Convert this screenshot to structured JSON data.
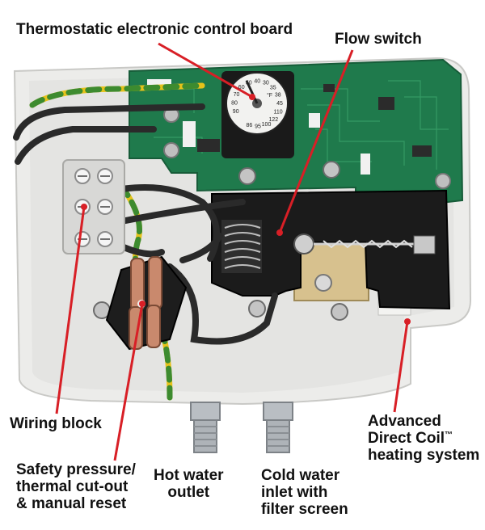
{
  "labels": {
    "control_board": "Thermostatic electronic control board",
    "flow_switch": "Flow switch",
    "wiring_block": "Wiring block",
    "safety_line1": "Safety pressure/",
    "safety_line2": "thermal cut-out",
    "safety_line3": "& manual reset",
    "hot_line1": "Hot water",
    "hot_line2": "outlet",
    "cold_line1": "Cold water",
    "cold_line2": "inlet with",
    "cold_line3": "filter screen",
    "coil_line1": "Advanced",
    "coil_line2": "Direct Coil",
    "coil_trademark": "™",
    "coil_line3": "heating system"
  },
  "dial": {
    "scale": [
      "90",
      "80",
      "70",
      "60",
      "50",
      "40",
      "30",
      "35",
      "38",
      "45",
      "110",
      "122",
      "100",
      "95",
      "86"
    ],
    "unit": "°F"
  },
  "colors": {
    "leader": "#d81f26",
    "pcb": "#1f7a4c",
    "housing": "#e7e7e5",
    "terminal_block": "#d8d8d6",
    "cable": "#2a2a2a",
    "earth_green": "#3d8b2f",
    "earth_yellow": "#e6c21a",
    "fitting": "#b9bec3"
  }
}
